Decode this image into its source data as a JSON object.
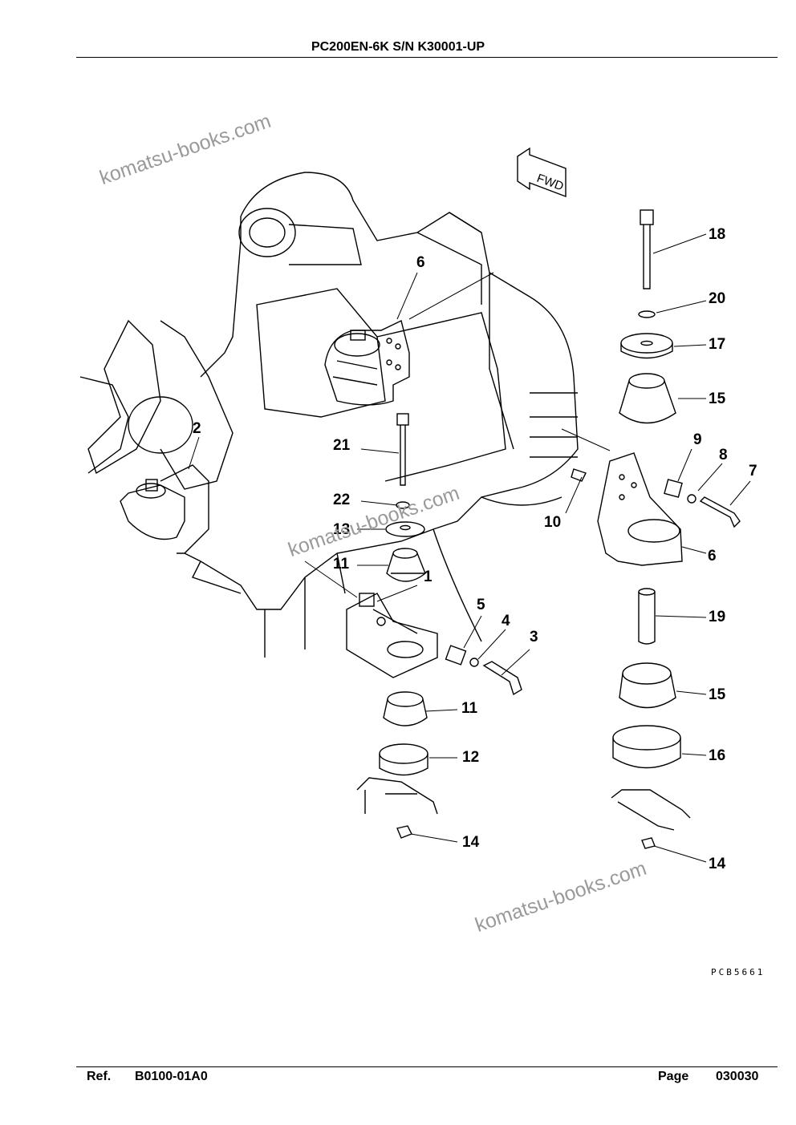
{
  "header": {
    "title": "PC200EN-6K S/N K30001-UP"
  },
  "footer": {
    "ref_label": "Ref.",
    "ref_value": "B0100-01A0",
    "page_label": "Page",
    "page_value": "030030"
  },
  "drawing": {
    "code": "PCB5661",
    "fwd_label": "FWD",
    "watermark": "komatsu-books.com",
    "callouts": [
      "1",
      "2",
      "3",
      "4",
      "5",
      "6",
      "6",
      "7",
      "8",
      "9",
      "10",
      "11",
      "11",
      "12",
      "13",
      "14",
      "14",
      "15",
      "15",
      "16",
      "17",
      "18",
      "19",
      "20",
      "21",
      "22"
    ]
  }
}
